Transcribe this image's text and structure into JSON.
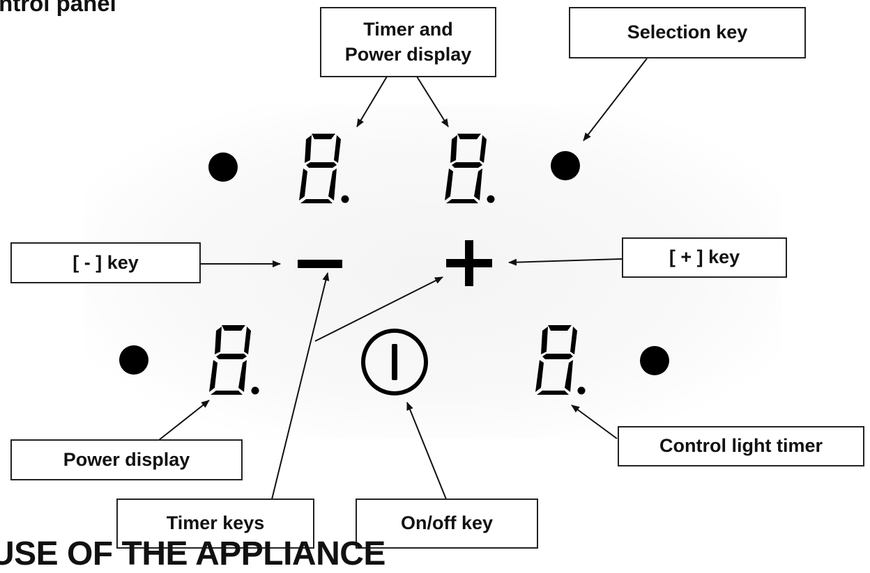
{
  "header": {
    "section_title": "ontrol panel"
  },
  "callouts": {
    "timer_power_display": {
      "line1": "Timer and",
      "line2": "Power display"
    },
    "selection_key": "Selection key",
    "minus_key": "[ - ] key",
    "plus_key": "[ + ] key",
    "power_display": "Power display",
    "control_light_timer": "Control light timer",
    "timer_keys": "Timer keys",
    "on_off_key": "On/off key"
  },
  "footer": {
    "heading": "USE OF THE APPLIANCE"
  },
  "colors": {
    "ink": "#111111",
    "panel": "#f5f5f5"
  },
  "icons": [
    "selection-dot-icon",
    "seven-segment-digit-icon",
    "minus-icon",
    "plus-icon",
    "power-icon"
  ]
}
